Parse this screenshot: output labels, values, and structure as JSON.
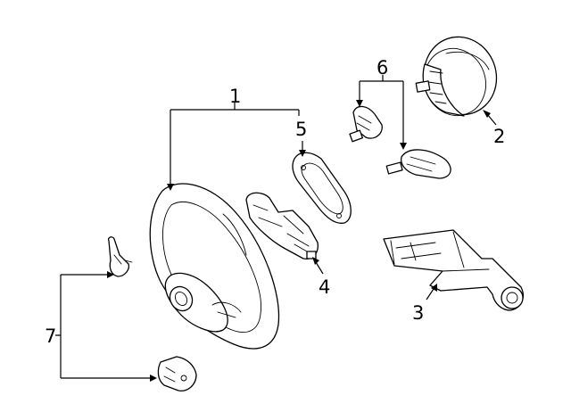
{
  "diagram": {
    "callouts": {
      "c1": "1",
      "c2": "2",
      "c3": "3",
      "c4": "4",
      "c5": "5",
      "c6": "6",
      "c7": "7"
    },
    "parts": [
      {
        "callout": "1",
        "icon": "steering-wheel-icon"
      },
      {
        "callout": "2",
        "icon": "airbag-module-icon"
      },
      {
        "callout": "3",
        "icon": "column-cover-icon"
      },
      {
        "callout": "4",
        "icon": "lower-cover-icon"
      },
      {
        "callout": "5",
        "icon": "trim-plate-icon"
      },
      {
        "callout": "6",
        "icon": "switch-icon"
      },
      {
        "callout": "7",
        "icon": "paddle-shifter-icon"
      }
    ]
  }
}
